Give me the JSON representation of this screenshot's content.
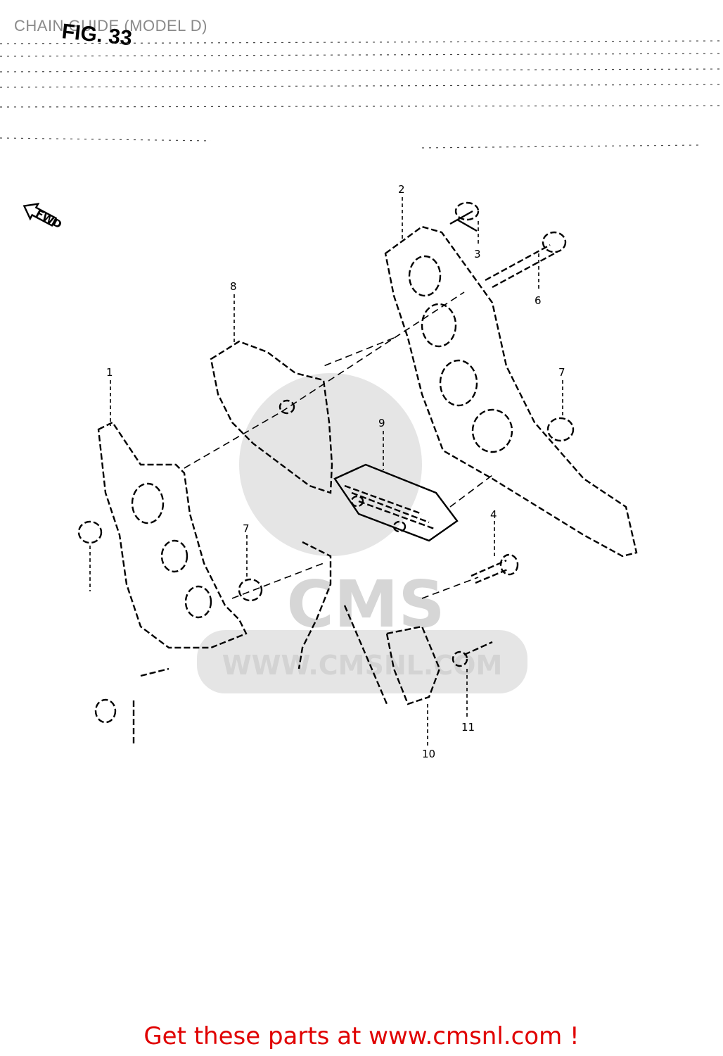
{
  "header": {
    "caption": "CHAIN GUIDE (MODEL D)",
    "figure": "FIG. 33"
  },
  "diagram": {
    "direction_marker": "FWD",
    "callouts": [
      "1",
      "2",
      "3",
      "4",
      "6",
      "7",
      "7",
      "8",
      "9",
      "10",
      "11"
    ]
  },
  "watermark": {
    "logo": "CMS",
    "site": "WWW.CMSNL.COM"
  },
  "footer": {
    "text": "Get these parts at www.cmsnl.com !"
  }
}
